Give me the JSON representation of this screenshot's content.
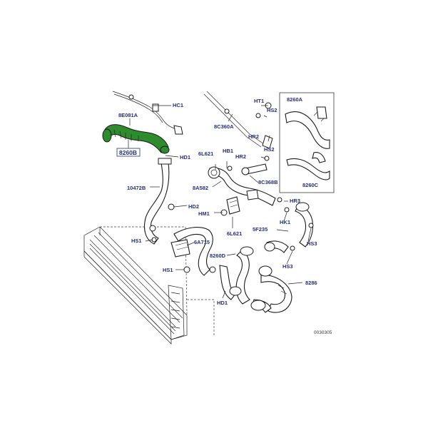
{
  "diagram": {
    "highlight_color": "#2e8b2e",
    "label_color": "#23307a",
    "reference_number": "0030305",
    "labels": {
      "hc1": "HC1",
      "l8e081a": "8E081A",
      "l8260b": "8260B",
      "hd1_top": "HD1",
      "l8c360a": "8C360A",
      "ht1": "HT1",
      "hs2": "HS2",
      "hr2_a": "HR2",
      "hr2_b": "HR2",
      "hs2_b": "HS2",
      "l8260a": "8260A",
      "l8260c": "8260C",
      "l6l621_a": "6L621",
      "hb1": "HB1",
      "l8a582": "8A582",
      "l8c368b": "8C368B",
      "l10472b": "10472B",
      "hd2": "HD2",
      "hm1": "HM1",
      "hr3": "HR3",
      "l5f235": "5F235",
      "hk1": "HK1",
      "l6l621_b": "6L621",
      "hs3_a": "HS3",
      "hs1_a": "HS1",
      "l6a715": "6A715",
      "l8260d": "8260D",
      "hs3_b": "HS3",
      "hs1_b": "HS1",
      "l8286": "8286",
      "hd1_bottom": "HD1"
    }
  }
}
